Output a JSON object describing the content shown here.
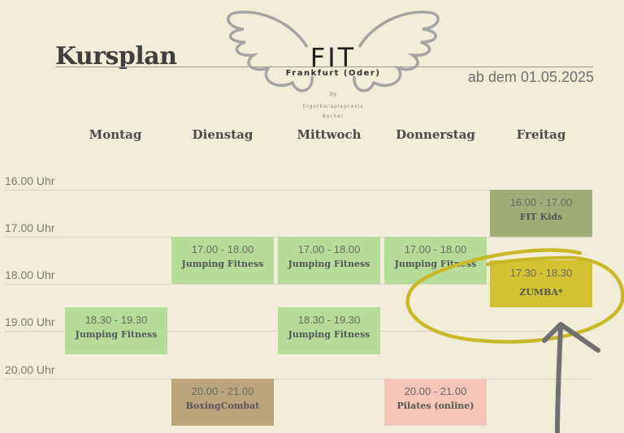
{
  "header": {
    "title": "Kursplan",
    "date": "ab dem 01.05.2025"
  },
  "logo": {
    "name": "FIT",
    "city": "Frankfurt (Oder)",
    "by": "by",
    "sub1": "Ergotherapiepraxis",
    "sub2": "Becker"
  },
  "days": [
    "Montag",
    "Dienstag",
    "Mittwoch",
    "Donnerstag",
    "Freitag"
  ],
  "times": [
    "16.00 Uhr",
    "17.00 Uhr",
    "18.00 Uhr",
    "19.00 Uhr",
    "20.00 Uhr"
  ],
  "classes": [
    {
      "time": "16.00 - 17.00",
      "name": "FIT Kids"
    },
    {
      "time": "17.00 - 18.00",
      "name": "Jumping Fitness"
    },
    {
      "time": "17.00 - 18.00",
      "name": "Jumping Fitness"
    },
    {
      "time": "17.00 - 18.00",
      "name": "Jumping Fitness"
    },
    {
      "time": "17.30 - 18.30",
      "name": "ZUMBA*"
    },
    {
      "time": "18.30 - 19.30",
      "name": "Jumping Fitness"
    },
    {
      "time": "18.30 - 19.30",
      "name": "Jumping Fitness"
    },
    {
      "time": "20.00 - 21.00",
      "name": "BoxingCombat"
    },
    {
      "time": "20.00 - 21.00",
      "name": "Pilates (online)"
    }
  ],
  "colors": {
    "background": "#f1edd9",
    "green": "#b6dc9a",
    "khaki": "#a1ad79",
    "yellow": "#d4c232",
    "tan": "#bca57c",
    "pink": "#f5c5b8",
    "annotation_circle": "#c9b92a",
    "annotation_arrow": "#707070"
  }
}
